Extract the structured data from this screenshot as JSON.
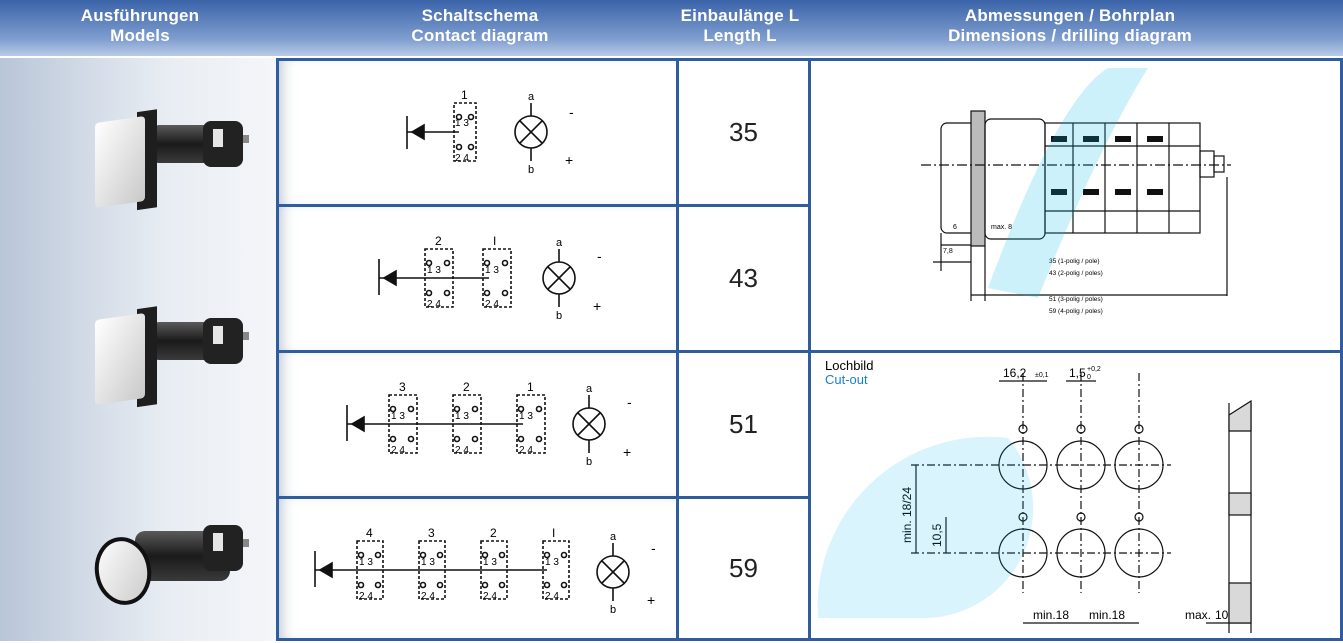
{
  "header": {
    "col1_de": "Ausführungen",
    "col1_en": "Models",
    "col2_de": "Schaltschema",
    "col2_en": "Contact diagram",
    "col3_de": "Einbaulänge L",
    "col3_en": "Length L",
    "col4_de": "Abmessungen / Bohrplan",
    "col4_en": "Dimensions / drilling diagram"
  },
  "rows": [
    {
      "length": "35",
      "poles": [
        "1"
      ]
    },
    {
      "length": "43",
      "poles": [
        "2",
        "I"
      ]
    },
    {
      "length": "51",
      "poles": [
        "3",
        "2",
        "1"
      ]
    },
    {
      "length": "59",
      "poles": [
        "4",
        "3",
        "2",
        "I"
      ]
    }
  ],
  "contact": {
    "pin_top": "1   3",
    "pin_bottom": "2   4",
    "lamp_a": "a",
    "lamp_b": "b",
    "minus": "-",
    "plus": "+"
  },
  "dimensions": {
    "d6": "6",
    "max8": "max. 8",
    "d78": "7,8",
    "line1": "35 (1-polig / pole)",
    "line2": "43 (2-polig / poles)",
    "line3": "51 (3-polig / poles)",
    "line4": "59 (4-polig / poles)"
  },
  "cutout": {
    "label_de": "Lochbild",
    "label_en": "Cut-out",
    "w": "16,2",
    "w_tol": "±0,1",
    "t": "1,5",
    "t_tol_up": "+0,2",
    "t_tol_dn": "0",
    "v": "min. 18/24",
    "v2": "10,5",
    "h1": "min.18",
    "h2": "min.18",
    "maxlbl": "max.",
    "max": "10"
  },
  "colors": {
    "accent": "#2f5d9d",
    "watermark": "#00b7e8",
    "cutout_en": "#1a7fd0"
  }
}
